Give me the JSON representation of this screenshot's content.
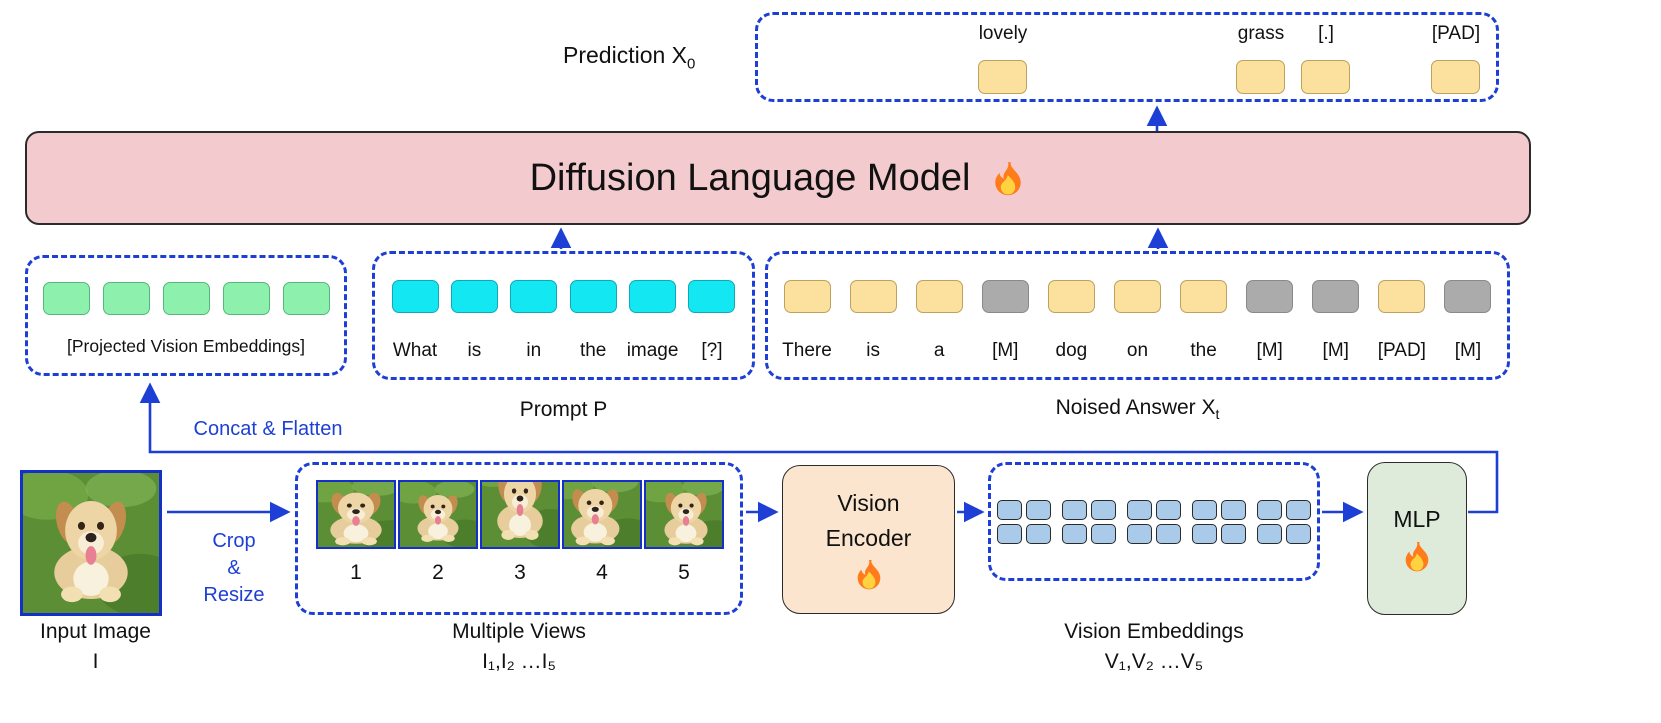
{
  "colors": {
    "blue_accent": "#1d3fd6",
    "dlm_fill": "#f3cbce",
    "token_yellow": "#fbe19d",
    "token_gray": "#ababab",
    "token_green": "#8df0ad",
    "token_cyan": "#13e8f2",
    "embed_square_blue": "#a9cae9",
    "encoder_fill": "#fbe5ce",
    "mlp_fill": "#dfebda"
  },
  "prediction": {
    "label_base": "Prediction X",
    "label_sub": "0",
    "tokens": [
      {
        "text": "lovely"
      },
      {
        "text": "grass"
      },
      {
        "text": "[.]"
      },
      {
        "text": "[PAD]"
      }
    ]
  },
  "dlm": {
    "title": "Diffusion Language Model"
  },
  "projected": {
    "label": "[Projected Vision Embeddings]"
  },
  "prompt": {
    "caption": "Prompt P",
    "words": [
      "What",
      "is",
      "in",
      "the",
      "image",
      "[?]"
    ]
  },
  "noised": {
    "caption_base": "Noised Answer X",
    "caption_sub": "t",
    "tokens": [
      {
        "text": "There",
        "masked": false
      },
      {
        "text": "is",
        "masked": false
      },
      {
        "text": "a",
        "masked": false
      },
      {
        "text": "[M]",
        "masked": true
      },
      {
        "text": "dog",
        "masked": false
      },
      {
        "text": "on",
        "masked": false
      },
      {
        "text": "the",
        "masked": false
      },
      {
        "text": "[M]",
        "masked": true
      },
      {
        "text": "[M]",
        "masked": true
      },
      {
        "text": "[PAD]",
        "masked": false
      },
      {
        "text": "[M]",
        "masked": true
      }
    ]
  },
  "pipeline": {
    "input_image": {
      "label": "Input Image",
      "sub": "I"
    },
    "crop_resize": {
      "line1": "Crop",
      "line2": "&",
      "line3": "Resize"
    },
    "views": {
      "label": "Multiple Views",
      "sub": "I₁,I₂ …I₅",
      "numbers": [
        "1",
        "2",
        "3",
        "4",
        "5"
      ]
    },
    "vision_encoder": {
      "line1": "Vision",
      "line2": "Encoder"
    },
    "embeddings": {
      "label": "Vision Embeddings",
      "sub": "V₁,V₂ …V₅"
    },
    "mlp": {
      "label": "MLP"
    },
    "concat": {
      "label": "Concat & Flatten"
    }
  }
}
